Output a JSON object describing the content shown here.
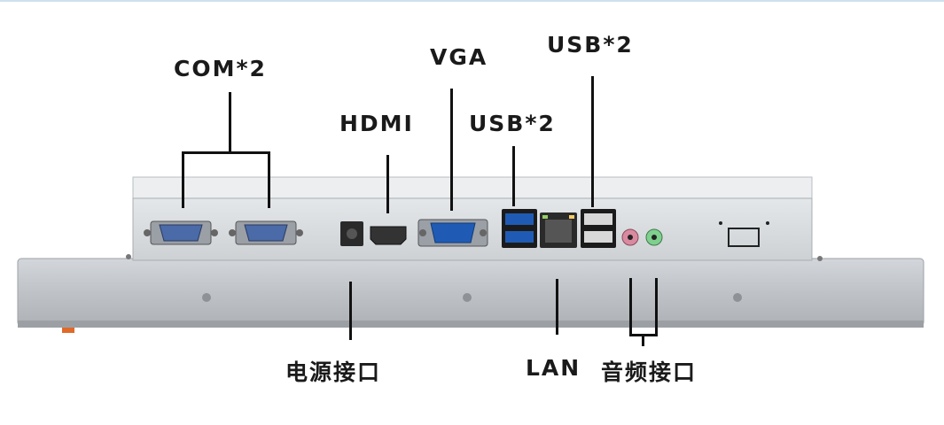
{
  "colors": {
    "panel_top": "#e9ebee",
    "panel_face": "#d7dadd",
    "bezel": "#c3c6ca",
    "port_blue": "#1f5bb5",
    "audio_pink": "#d98aa0",
    "audio_green": "#7fcf8f"
  },
  "labels": {
    "com": "COM*2",
    "vga": "VGA",
    "usb_top": "USB*2",
    "hdmi": "HDMI",
    "usb_mid": "USB*2",
    "power": "电源接口",
    "lan": "LAN",
    "audio": "音频接口"
  }
}
